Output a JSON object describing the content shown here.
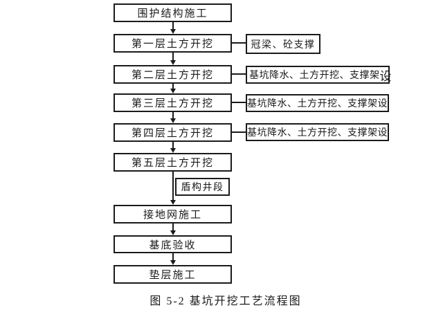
{
  "diagram": {
    "caption": "图 5-2 基坑开挖工艺流程图",
    "main_boxes": [
      {
        "label": "围护结构施工"
      },
      {
        "label": "第一层土方开挖"
      },
      {
        "label": "第二层土方开挖"
      },
      {
        "label": "第三层土方开挖"
      },
      {
        "label": "第四层土方开挖"
      },
      {
        "label": "第五层土方开挖"
      },
      {
        "label": "接地网施工"
      },
      {
        "label": "基底验收"
      },
      {
        "label": "垫层施工"
      }
    ],
    "side_boxes": [
      {
        "label": "冠梁、砼支撑"
      },
      {
        "label_main": "基坑降水、土方开挖、支撑架",
        "label_overflow": "设"
      },
      {
        "label": "基坑降水、土方开挖、支撑架设"
      },
      {
        "label": "基坑降水、土方开挖、支撑架设"
      }
    ],
    "arrow_tag": {
      "label": "盾构井段"
    },
    "colors": {
      "line": "#1a1a1a",
      "text": "#1a1a1a",
      "background": "#ffffff"
    }
  }
}
